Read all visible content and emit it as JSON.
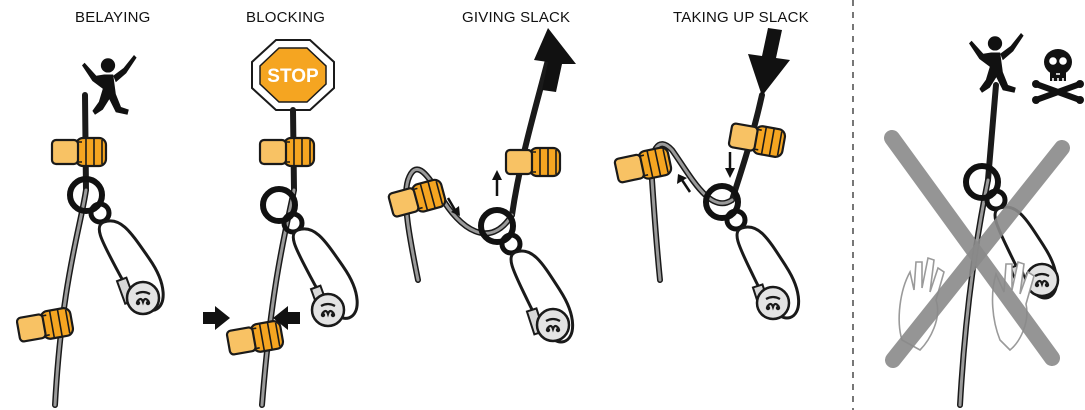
{
  "panels": [
    {
      "caption": "BELAYING"
    },
    {
      "caption": "BLOCKING",
      "sign_text": "STOP"
    },
    {
      "caption": "GIVING SLACK"
    },
    {
      "caption": "TAKING UP SLACK"
    },
    {
      "caption": ""
    }
  ],
  "colors": {
    "glove": "#f5a521",
    "sign": "#f5a521",
    "rope": "#1a1a1a",
    "rope_inner": "#9a9a9a",
    "cross": "#8a8a8a"
  },
  "icons": [
    "climber-icon",
    "stop-sign-icon",
    "glove-icon",
    "belay-device-icon",
    "carabiner-icon",
    "harness-icon",
    "skull-crossbones-icon",
    "arrow-icon",
    "bare-hand-icon",
    "cross-out-icon"
  ]
}
